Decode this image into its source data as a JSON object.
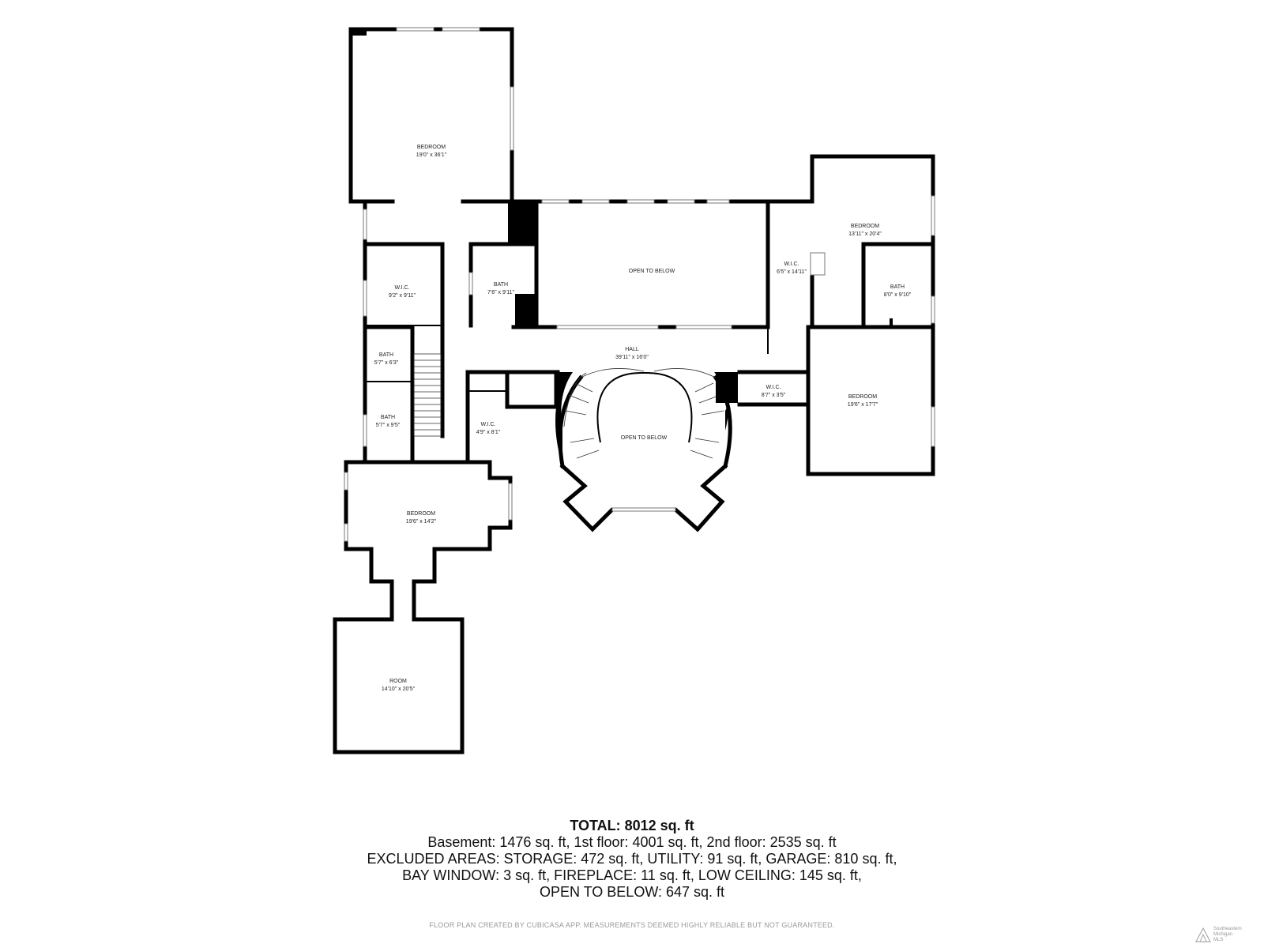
{
  "rooms": [
    {
      "id": "bedroom-nw",
      "name": "BEDROOM",
      "dims": "19'0\" x 36'1\""
    },
    {
      "id": "wic-nw",
      "name": "W.I.C.",
      "dims": "9'2\" x 9'11\""
    },
    {
      "id": "bath-n",
      "name": "BATH",
      "dims": "7'6\" x 9'11\""
    },
    {
      "id": "open-to-below-n",
      "name": "OPEN TO BELOW",
      "dims": ""
    },
    {
      "id": "wic-ne",
      "name": "W.I.C.",
      "dims": "6'5\" x 14'11\""
    },
    {
      "id": "bedroom-ne",
      "name": "BEDROOM",
      "dims": "13'11\" x 20'4\""
    },
    {
      "id": "bath-ne",
      "name": "BATH",
      "dims": "8'0\" x 9'10\""
    },
    {
      "id": "hall",
      "name": "HALL",
      "dims": "39'11\" x 16'0\""
    },
    {
      "id": "bath-w1",
      "name": "BATH",
      "dims": "5'7\" x 6'3\""
    },
    {
      "id": "bath-w2",
      "name": "BATH",
      "dims": "5'7\" x 9'5\""
    },
    {
      "id": "wic-c",
      "name": "W.I.C.",
      "dims": "4'9\" x 8'1\""
    },
    {
      "id": "open-to-below-c",
      "name": "OPEN TO BELOW",
      "dims": ""
    },
    {
      "id": "wic-e",
      "name": "W.I.C.",
      "dims": "8'7\" x 3'5\""
    },
    {
      "id": "bedroom-e",
      "name": "BEDROOM",
      "dims": "19'6\" x 17'7\""
    },
    {
      "id": "bedroom-sw",
      "name": "BEDROOM",
      "dims": "19'6\" x 14'2\""
    },
    {
      "id": "room-s",
      "name": "ROOM",
      "dims": "14'10\" x 20'5\""
    }
  ],
  "summary": {
    "total": "TOTAL: 8012 sq. ft",
    "line1": "Basement: 1476 sq. ft, 1st floor: 4001 sq. ft, 2nd floor: 2535 sq. ft",
    "line2": "EXCLUDED AREAS: STORAGE: 472 sq. ft, UTILITY: 91 sq. ft, GARAGE: 810 sq. ft,",
    "line3": "BAY WINDOW: 3 sq. ft, FIREPLACE: 11 sq. ft, LOW CEILING: 145 sq. ft,",
    "line4": "OPEN TO BELOW: 647 sq. ft"
  },
  "footer": "FLOOR PLAN CREATED BY CUBICASA APP. MEASUREMENTS DEEMED HIGHLY RELIABLE BUT NOT GUARANTEED.",
  "logo": {
    "line1": "Southeastern",
    "line2": "Michigan",
    "line3": "MLS"
  }
}
